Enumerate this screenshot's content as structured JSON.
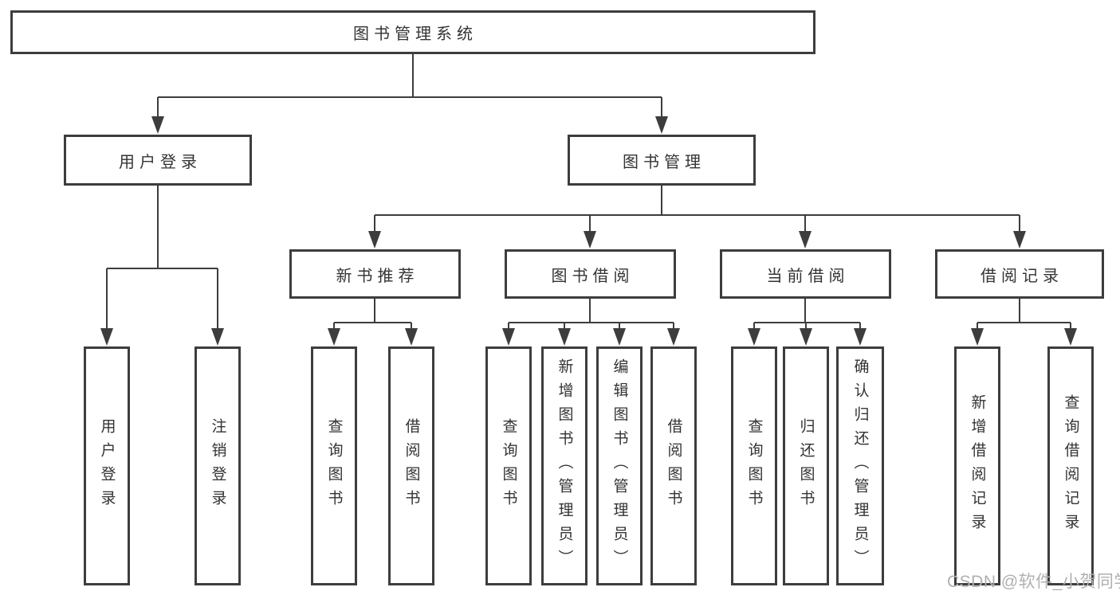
{
  "diagram_title": "图书管理系统",
  "nodes": {
    "root": {
      "label": "图书管理系统"
    },
    "user_login": {
      "label": "用户登录"
    },
    "book_management": {
      "label": "图书管理"
    },
    "new_book_recommend": {
      "label": "新书推荐"
    },
    "book_borrowing": {
      "label": "图书借阅"
    },
    "current_borrowing": {
      "label": "当前借阅"
    },
    "borrowing_records": {
      "label": "借阅记录"
    },
    "leaf_user_login": {
      "label": "用户登录"
    },
    "leaf_logout": {
      "label": "注销登录"
    },
    "leaf_recommend_query": {
      "label": "查询图书"
    },
    "leaf_recommend_borrow": {
      "label": "借阅图书"
    },
    "leaf_borrow_query": {
      "label": "查询图书"
    },
    "leaf_borrow_add": {
      "label": "新增图书（管理员）"
    },
    "leaf_borrow_edit": {
      "label": "编辑图书（管理员）"
    },
    "leaf_borrow_borrow": {
      "label": "借阅图书"
    },
    "leaf_current_query": {
      "label": "查询图书"
    },
    "leaf_current_return": {
      "label": "归还图书"
    },
    "leaf_current_confirm": {
      "label": "确认归还（管理员）"
    },
    "leaf_records_add": {
      "label": "新增借阅记录"
    },
    "leaf_records_query": {
      "label": "查询借阅记录"
    }
  },
  "watermark": {
    "text": "CSDN @软件_小贺同学"
  },
  "colors": {
    "line": "#3d3d3d",
    "text": "#333333",
    "box_bg": "#ffffff",
    "watermark": "#b0b0b0",
    "background": "#ffffff"
  }
}
